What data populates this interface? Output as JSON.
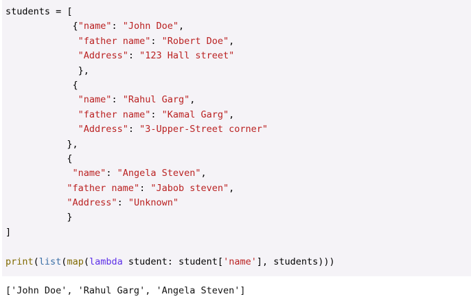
{
  "code_block": {
    "language": "python",
    "background_color": "#f5f3f7",
    "lines": [
      {
        "indent": "",
        "segments": [
          {
            "text": "students = [",
            "type": "plain"
          }
        ]
      },
      {
        "indent": "            ",
        "segments": [
          {
            "text": "{",
            "type": "plain"
          },
          {
            "text": "\"name\"",
            "type": "string"
          },
          {
            "text": ": ",
            "type": "plain"
          },
          {
            "text": "\"John Doe\"",
            "type": "string"
          },
          {
            "text": ",",
            "type": "plain"
          }
        ]
      },
      {
        "indent": "             ",
        "segments": [
          {
            "text": "\"father name\"",
            "type": "string"
          },
          {
            "text": ": ",
            "type": "plain"
          },
          {
            "text": "\"Robert Doe\"",
            "type": "string"
          },
          {
            "text": ",",
            "type": "plain"
          }
        ]
      },
      {
        "indent": "             ",
        "segments": [
          {
            "text": "\"Address\"",
            "type": "string"
          },
          {
            "text": ": ",
            "type": "plain"
          },
          {
            "text": "\"123 Hall street\"",
            "type": "string"
          }
        ]
      },
      {
        "indent": "             ",
        "segments": [
          {
            "text": "},",
            "type": "plain"
          }
        ]
      },
      {
        "indent": "            ",
        "segments": [
          {
            "text": "{",
            "type": "plain"
          }
        ]
      },
      {
        "indent": "             ",
        "segments": [
          {
            "text": "\"name\"",
            "type": "string"
          },
          {
            "text": ": ",
            "type": "plain"
          },
          {
            "text": "\"Rahul Garg\"",
            "type": "string"
          },
          {
            "text": ",",
            "type": "plain"
          }
        ]
      },
      {
        "indent": "             ",
        "segments": [
          {
            "text": "\"father name\"",
            "type": "string"
          },
          {
            "text": ": ",
            "type": "plain"
          },
          {
            "text": "\"Kamal Garg\"",
            "type": "string"
          },
          {
            "text": ",",
            "type": "plain"
          }
        ]
      },
      {
        "indent": "             ",
        "segments": [
          {
            "text": "\"Address\"",
            "type": "string"
          },
          {
            "text": ": ",
            "type": "plain"
          },
          {
            "text": "\"3-Upper-Street corner\"",
            "type": "string"
          }
        ]
      },
      {
        "indent": "           ",
        "segments": [
          {
            "text": "},",
            "type": "plain"
          }
        ]
      },
      {
        "indent": "           ",
        "segments": [
          {
            "text": "{",
            "type": "plain"
          }
        ]
      },
      {
        "indent": "            ",
        "segments": [
          {
            "text": "\"name\"",
            "type": "string"
          },
          {
            "text": ": ",
            "type": "plain"
          },
          {
            "text": "\"Angela Steven\"",
            "type": "string"
          },
          {
            "text": ",",
            "type": "plain"
          }
        ]
      },
      {
        "indent": "           ",
        "segments": [
          {
            "text": "\"father name\"",
            "type": "string"
          },
          {
            "text": ": ",
            "type": "plain"
          },
          {
            "text": "\"Jabob steven\"",
            "type": "string"
          },
          {
            "text": ",",
            "type": "plain"
          }
        ]
      },
      {
        "indent": "           ",
        "segments": [
          {
            "text": "\"Address\"",
            "type": "string"
          },
          {
            "text": ": ",
            "type": "plain"
          },
          {
            "text": "\"Unknown\"",
            "type": "string"
          }
        ]
      },
      {
        "indent": "           ",
        "segments": [
          {
            "text": "}",
            "type": "plain"
          }
        ]
      },
      {
        "indent": "",
        "segments": [
          {
            "text": "]",
            "type": "plain"
          }
        ]
      },
      {
        "indent": "",
        "segments": []
      },
      {
        "indent": "",
        "segments": [
          {
            "text": "print",
            "type": "function"
          },
          {
            "text": "(",
            "type": "plain"
          },
          {
            "text": "list",
            "type": "builtin"
          },
          {
            "text": "(",
            "type": "plain"
          },
          {
            "text": "map",
            "type": "function"
          },
          {
            "text": "(",
            "type": "plain"
          },
          {
            "text": "lambda",
            "type": "keyword"
          },
          {
            "text": " student: student[",
            "type": "plain"
          },
          {
            "text": "'name'",
            "type": "string"
          },
          {
            "text": "], students)))",
            "type": "plain"
          }
        ]
      }
    ]
  },
  "output_block": {
    "background_color": "#ffffff",
    "text": "['John Doe', 'Rahul Garg', 'Angela Steven']"
  },
  "token_colors": {
    "string": "#ba2121",
    "function": "#806a00",
    "builtin": "#3a6fa6",
    "keyword": "#5c2ee8",
    "plain": "#000000"
  }
}
